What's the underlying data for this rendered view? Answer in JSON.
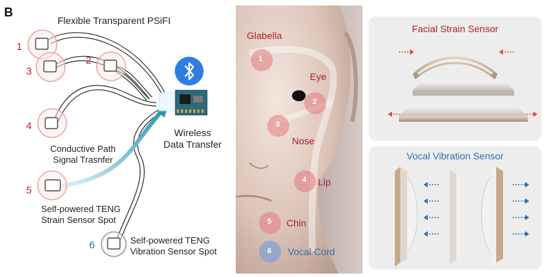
{
  "panel_label": "B",
  "left": {
    "title": "Flexible Transparent PSiFI",
    "spot_numbers": [
      "1",
      "2",
      "3",
      "4",
      "5",
      "6"
    ],
    "wireless_line1": "Wireless",
    "wireless_line2": "Data Transfer",
    "conductive_line1": "Conductive Path",
    "conductive_line2": "Signal Trasnfer",
    "strain_line1": "Self-powered TENG",
    "strain_line2": "Strain Sensor Spot",
    "vibration_line1": "Self-powered TENG",
    "vibration_line2": "Vibration Sensor Spot"
  },
  "face": {
    "glabella": "Glabella",
    "eye": "Eye",
    "nose": "Nose",
    "lip": "Lip",
    "chin": "Chin",
    "vocal": "Vocal Cord",
    "numbers": [
      "1",
      "2",
      "3",
      "4",
      "5",
      "6"
    ]
  },
  "right": {
    "facial_title": "Facial Strain Sensor",
    "vocal_title": "Vocal Vibration Sensor"
  },
  "colors": {
    "red": "#c0262d",
    "blue": "#2a6fb5",
    "bluetooth": "#2f7de1"
  }
}
